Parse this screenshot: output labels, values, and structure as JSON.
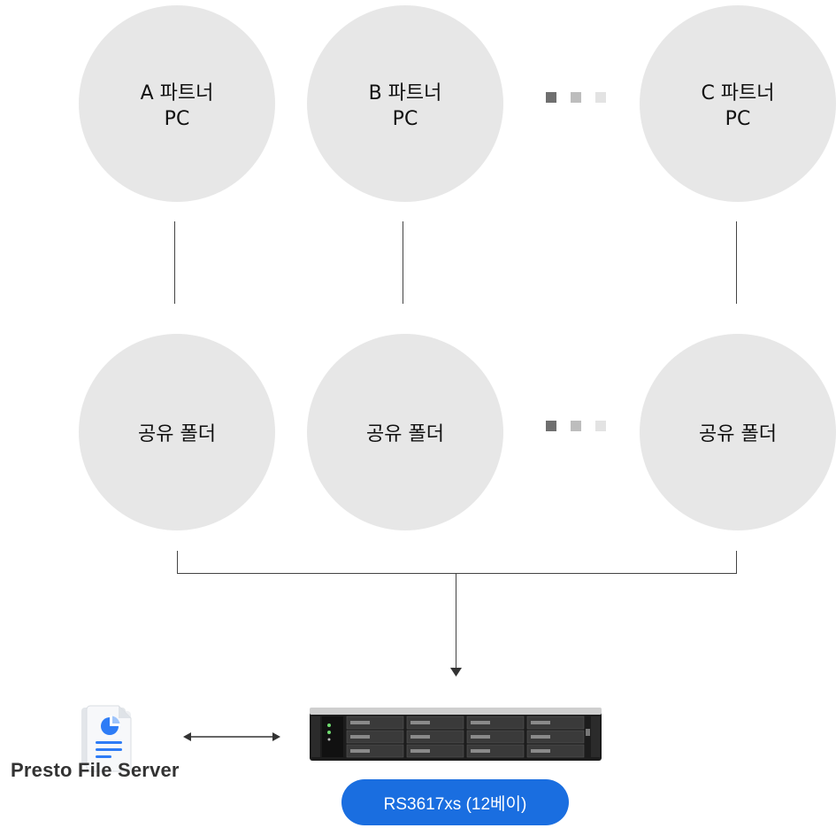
{
  "partners": [
    {
      "line1": "A 파트너",
      "line2": "PC"
    },
    {
      "line1": "B 파트너",
      "line2": "PC"
    },
    {
      "line1": "C 파트너",
      "line2": "PC"
    }
  ],
  "folders": [
    {
      "label": "공유 폴더"
    },
    {
      "label": "공유 폴더"
    },
    {
      "label": "공유 폴더"
    }
  ],
  "app": {
    "name": "Presto File Server",
    "icon": "document-chart-icon"
  },
  "device": {
    "label": "RS3617xs (12베이)",
    "icon": "rackmount-nas-icon",
    "pill_color": "#1a6ee0"
  },
  "colors": {
    "circle": "#e7e7e7",
    "connector": "#444444"
  }
}
